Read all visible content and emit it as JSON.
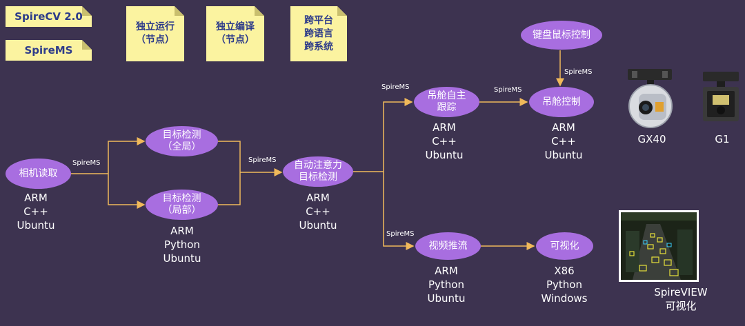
{
  "notes": {
    "spirecv": "SpireCV 2.0",
    "spirems": "SpireMS",
    "standalone_run": "独立运行\n（节点）",
    "standalone_compile": "独立编译\n（节点）",
    "cross": "跨平台\n跨语言\n跨系统"
  },
  "nodes": {
    "camera": "相机读取",
    "detect_global": "目标检测\n（全局）",
    "detect_local": "目标检测\n（局部）",
    "auto_attention": "自动注意力\n目标检测",
    "gimbal_track": "吊舱自主\n跟踪",
    "gimbal_control": "吊舱控制",
    "keyboard_mouse": "键盘鼠标控制",
    "video_stream": "视频推流",
    "visualize": "可视化"
  },
  "captions": {
    "camera": "ARM\nC++\nUbuntu",
    "detect": "ARM\nPython\nUbuntu",
    "auto_attention": "ARM\nC++\nUbuntu",
    "gimbal_track": "ARM\nC++\nUbuntu",
    "gimbal_control": "ARM\nC++\nUbuntu",
    "video_stream": "ARM\nPython\nUbuntu",
    "visualize": "X86\nPython\nWindows"
  },
  "edge_label": "SpireMS",
  "devices": {
    "gx40": "GX40",
    "g1": "G1",
    "spireview": "SpireVIEW\n可视化"
  },
  "colors": {
    "background": "#3d3350",
    "node": "#a86ee0",
    "note": "#fbf3a0",
    "note_text": "#2d3b8a",
    "edge": "#f0b95a"
  }
}
